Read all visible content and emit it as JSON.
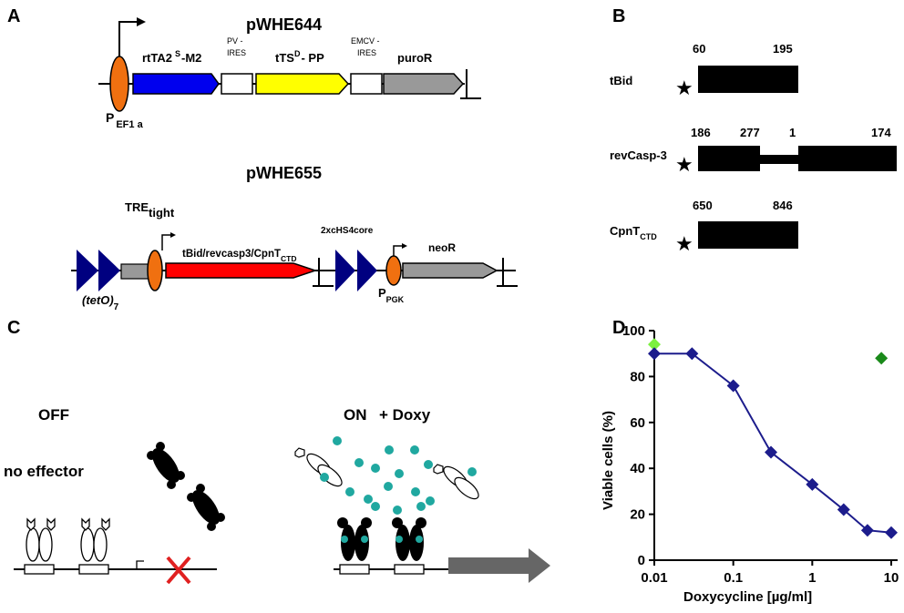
{
  "panels": {
    "A": "A",
    "B": "B",
    "C": "C",
    "D": "D"
  },
  "panel_a": {
    "plasmid1_title": "pWHE644",
    "promoter1_main": "P",
    "promoter1_sub": "EF1  a",
    "gene1_main": "rtTA2",
    "gene1_sup": "S",
    "gene1_rest": "-M2",
    "ires1_line1": "PV -",
    "ires1_line2": "IRES",
    "gene2_main": "tTS",
    "gene2_sup": "D",
    "gene2_rest": "- PP",
    "ires2_line1": "EMCV -",
    "ires2_line2": "IRES",
    "gene3": "puroR",
    "plasmid2_title": "pWHE655",
    "tre_main": "TRE",
    "tre_sub": "tight",
    "effector_main": "tBid/revcasp3/CpnT",
    "effector_sub": "CTD",
    "insulator": "2xcHS4core",
    "gene4": "neoR",
    "teto_main": "(tetO)",
    "teto_sub": "7",
    "promoter2_main": "P",
    "promoter2_sub": "PGK"
  },
  "panel_b": {
    "rows": [
      {
        "label": "tBid",
        "label_sub": "",
        "n1": "60",
        "n2": "195"
      },
      {
        "label": "revCasp-3",
        "label_sub": "",
        "n1": "186",
        "n2": "277",
        "n3": "1",
        "n4": "174"
      },
      {
        "label": "CpnT",
        "label_sub": "CTD",
        "n1": "650",
        "n2": "846"
      }
    ]
  },
  "panel_c": {
    "off_label": "OFF",
    "no_effector": "no effector",
    "on_label": "ON",
    "doxy_label": "+ Doxy"
  },
  "colors": {
    "blue_arrow": "#0000ee",
    "yellow_arrow": "#ffff00",
    "gray_arrow": "#999999",
    "orange_promoter": "#f07010",
    "red_arrow": "#ff0000",
    "navy_triangle": "#000080",
    "teal_dots": "#20a8a0",
    "series_main": "#1c1c8c",
    "point_light_green": "#7cf040",
    "point_dark_green": "#1a8a1a"
  },
  "chart_data": {
    "type": "line",
    "xlabel": "Doxycycline  [µg/ml]",
    "ylabel": "Viable  cells  (%)",
    "xscale": "log",
    "xlim": [
      0.01,
      10
    ],
    "ylim": [
      0,
      100
    ],
    "x_ticks": [
      "0.01",
      "0.1",
      "1",
      "10"
    ],
    "y_ticks": [
      "0",
      "20",
      "40",
      "60",
      "80",
      "100"
    ],
    "series": [
      {
        "x": [
          0.01,
          0.03,
          0.1,
          0.3,
          1,
          2.5,
          5,
          10
        ],
        "y": [
          90,
          90,
          76,
          47,
          33,
          22,
          13,
          12
        ]
      }
    ],
    "extra_points": [
      {
        "x": 0.01,
        "y": 94,
        "color": "#7cf040"
      },
      {
        "x": 7.5,
        "y": 88,
        "color": "#1a8a1a"
      }
    ]
  }
}
